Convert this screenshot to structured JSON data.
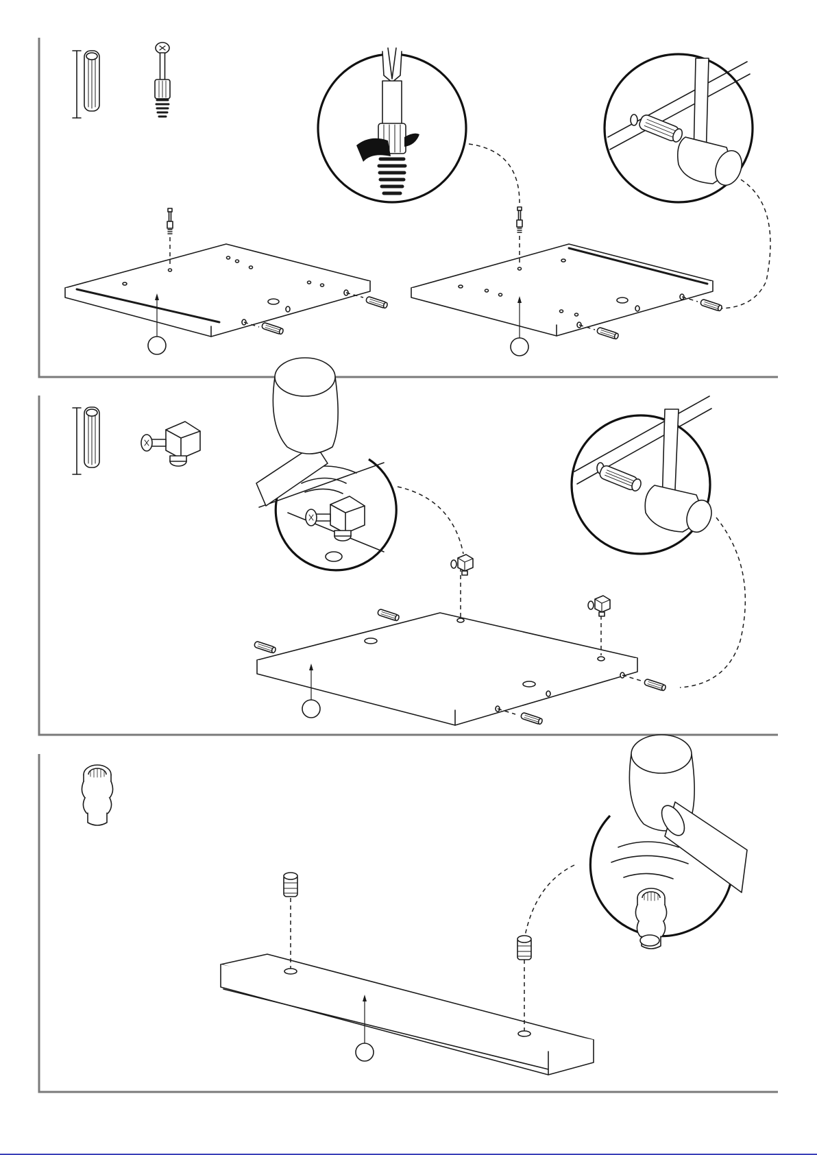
{
  "page": {
    "accent_color": "#3a3fb8",
    "frame_color": "#7a7a7a",
    "line_color": "#1a1a1a"
  },
  "panels": [
    {
      "parts": [
        "wooden-dowel",
        "cam-bolt"
      ],
      "boards": 2,
      "detail_callouts": [
        "screwdriver-screw-in",
        "mallet-tap-dowel"
      ]
    },
    {
      "parts": [
        "wooden-dowel",
        "corner-connector"
      ],
      "boards": 1,
      "detail_callouts": [
        "mallet-tap-connector",
        "mallet-tap-dowel"
      ]
    },
    {
      "parts": [
        "threaded-insert"
      ],
      "boards": 1,
      "detail_callouts": [
        "mallet-tap-insert"
      ]
    }
  ]
}
